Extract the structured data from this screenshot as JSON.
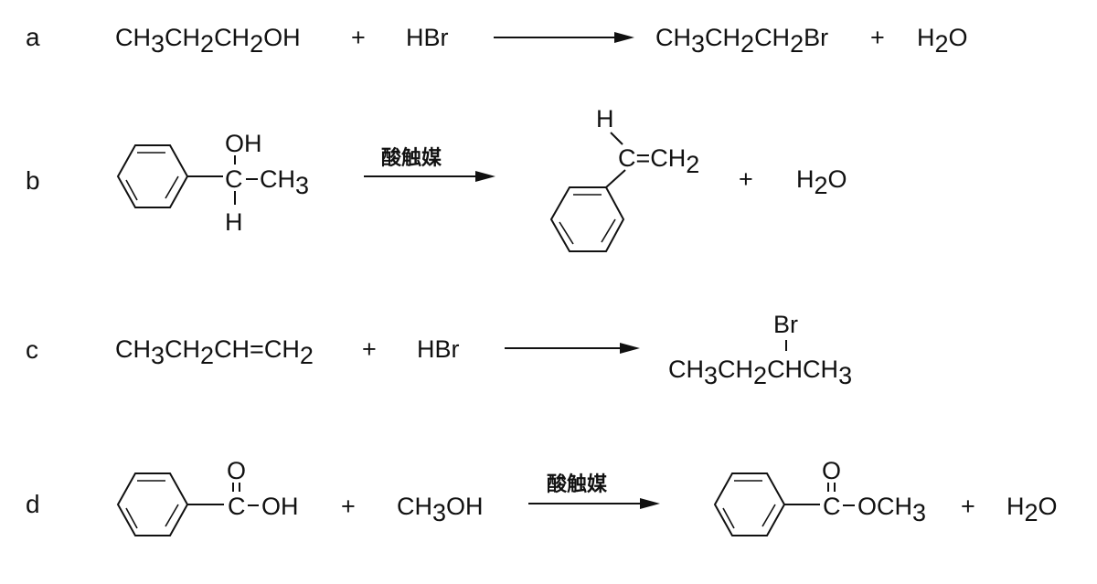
{
  "reactions": [
    {
      "label": "a",
      "reactant1": [
        "CH",
        "3",
        "CH",
        "2",
        "CH",
        "2",
        "OH"
      ],
      "plus1": "+",
      "reactant2": "HBr",
      "catalyst": "",
      "product1": [
        "CH",
        "3",
        "CH",
        "2",
        "CH",
        "2",
        "Br"
      ],
      "plus2": "+",
      "product2": [
        "H",
        "2",
        "O"
      ]
    },
    {
      "label": "b",
      "reactant_oh": "OH",
      "reactant_c": "C",
      "reactant_h": "H",
      "reactant_ch3": [
        "CH",
        "3"
      ],
      "catalyst": "酸触媒",
      "product_h": "H",
      "product_vinyl": [
        "C=CH",
        "2"
      ],
      "plus": "+",
      "product2": [
        "H",
        "2",
        "O"
      ]
    },
    {
      "label": "c",
      "reactant1": [
        "CH",
        "3",
        "CH",
        "2",
        "CH=CH",
        "2"
      ],
      "plus1": "+",
      "reactant2": "HBr",
      "catalyst": "",
      "product_br": "Br",
      "product1": [
        "CH",
        "3",
        "CH",
        "2",
        "CHCH",
        "3"
      ]
    },
    {
      "label": "d",
      "reactant_o": "O",
      "reactant_c": "C",
      "reactant_oh": "OH",
      "plus1": "+",
      "reactant2": [
        "CH",
        "3",
        "OH"
      ],
      "catalyst": "酸触媒",
      "product_o": "O",
      "product_c": "C",
      "product_och3": [
        "OCH",
        "3"
      ],
      "plus2": "+",
      "product2": [
        "H",
        "2",
        "O"
      ]
    }
  ]
}
